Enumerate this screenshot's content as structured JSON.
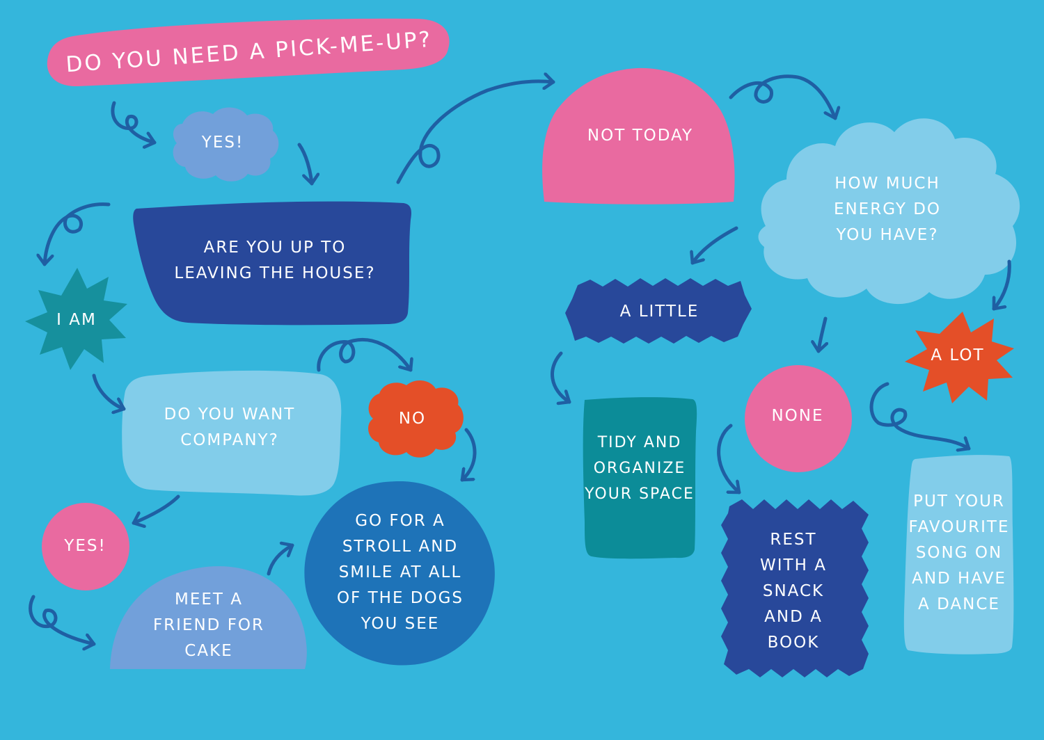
{
  "colors": {
    "background": "#34b6dc",
    "pink": "#e96aa0",
    "navy": "#28489a",
    "royal_blue": "#1e73b8",
    "periwinkle": "#72a0da",
    "pale_blue": "#82cdea",
    "teal": "#16909d",
    "teal_dark": "#0c8c98",
    "orange_red": "#e44f28",
    "arrow": "#1f5fa3",
    "text": "#ffffff"
  },
  "diagram": {
    "title": "DO YOU NEED A PICK-ME-UP?",
    "nodes": {
      "yes_top": "YES!",
      "not_today": "NOT TODAY",
      "leaving_house": "ARE YOU UP TO\nLEAVING THE HOUSE?",
      "i_am": "I AM",
      "want_company": "DO YOU WANT\nCOMPANY?",
      "no": "NO",
      "yes_bottom": "YES!",
      "meet_friend": "MEET A\nFRIEND FOR\nCAKE",
      "go_stroll": "GO FOR A\nSTROLL AND\nSMILE AT ALL\nOF THE DOGS\nYOU SEE",
      "how_much_energy": "HOW MUCH\nENERGY DO\nYOU HAVE?",
      "a_little": "A LITTLE",
      "tidy_space": "TIDY AND\nORGANIZE\nYOUR SPACE",
      "none": "NONE",
      "rest_snack": "REST\nWITH A\nSNACK\nAND A\nBOOK",
      "a_lot": "A LOT",
      "dance": "PUT YOUR\nFAVOURITE\nSONG ON\nAND HAVE\nA DANCE"
    }
  }
}
